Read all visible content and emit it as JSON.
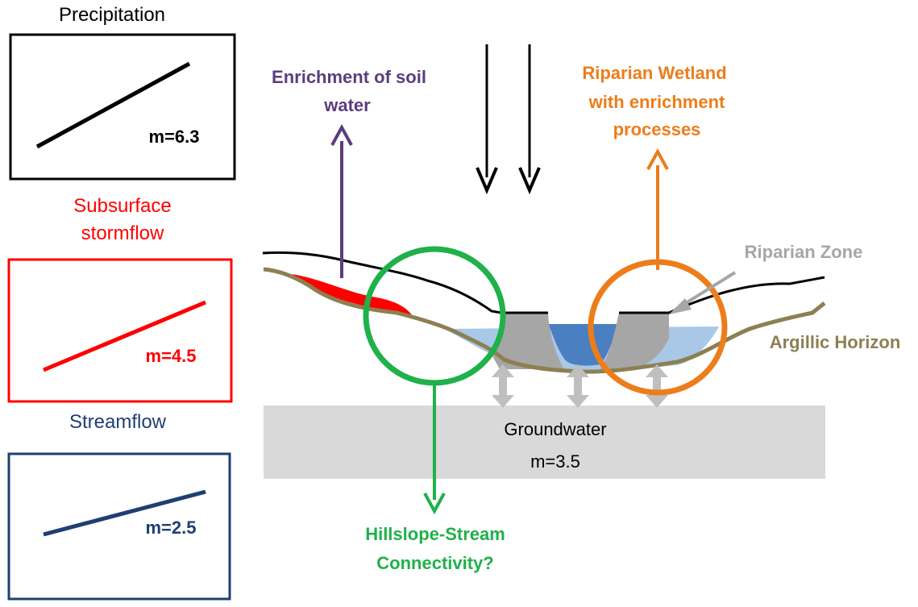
{
  "panels": [
    {
      "title": "Precipitation",
      "label": "m=6.3",
      "color": "#000000"
    },
    {
      "title_line1": "Subsurface",
      "title_line2": "stormflow",
      "label": "m=4.5",
      "color": "#ff0000"
    },
    {
      "title": "Streamflow",
      "label": "m=2.5",
      "color": "#1f3f73"
    }
  ],
  "labels": {
    "enrichment_line1": "Enrichment of soil",
    "enrichment_line2": "water",
    "wetland_line1": "Riparian Wetland",
    "wetland_line2": "with enrichment",
    "wetland_line3": "processes",
    "riparian_zone": "Riparian Zone",
    "argillic": "Argillic Horizon",
    "groundwater": "Groundwater",
    "groundwater_m": "m=3.5",
    "connectivity_line1": "Hillslope-Stream",
    "connectivity_line2": "Connectivity?"
  },
  "colors": {
    "enrichment": "#5b3d7d",
    "wetland": "#ed7d1a",
    "connectivity": "#1fb14a",
    "riparian": "#a6a6a6",
    "argillic": "#8c8052",
    "groundwater": "#d9d9d9",
    "stream_dark": "#4a7fc1",
    "stream_light": "#a9c8e8"
  }
}
